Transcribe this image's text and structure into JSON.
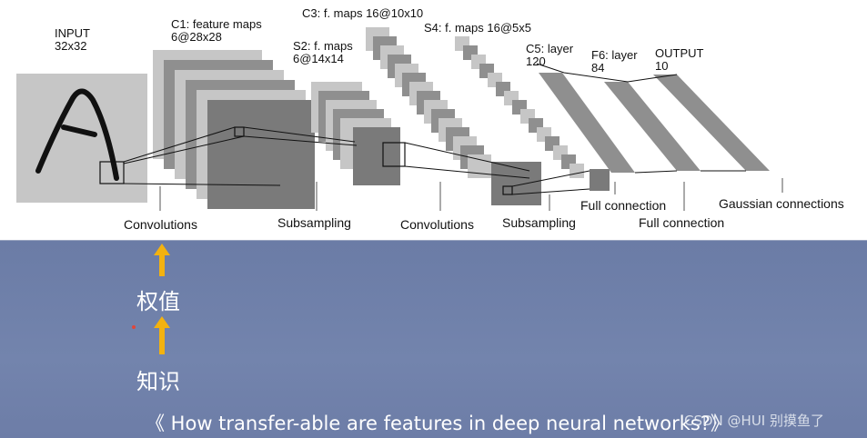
{
  "diagram": {
    "colors": {
      "light_gray": "#c6c6c6",
      "mid_gray": "#a8a8a8",
      "dark_gray": "#7a7a7a",
      "line": "#111111"
    },
    "layer_labels": {
      "input": [
        "INPUT",
        "32x32"
      ],
      "c1": [
        "C1: feature maps",
        "6@28x28"
      ],
      "s2": [
        "S2: f. maps",
        "6@14x14"
      ],
      "c3": [
        "C3: f. maps 16@10x10"
      ],
      "s4": [
        "S4: f. maps 16@5x5"
      ],
      "c5": [
        "C5: layer",
        "120"
      ],
      "f6": [
        "F6: layer",
        "84"
      ],
      "output": [
        "OUTPUT",
        "10"
      ]
    },
    "operation_labels": {
      "conv1": "Convolutions",
      "sub1": "Subsampling",
      "conv2": "Convolutions",
      "sub2": "Subsampling",
      "full1": "Full connection",
      "full2": "Full connection",
      "gauss": "Gaussian connections"
    }
  },
  "annotations": {
    "upper_word": "权值",
    "lower_word": "知识",
    "arrow_color": "#f3b20f"
  },
  "caption": "《 How transfer-able are features in deep neural networks?》",
  "watermark": "CSDN @HUI 别摸鱼了"
}
